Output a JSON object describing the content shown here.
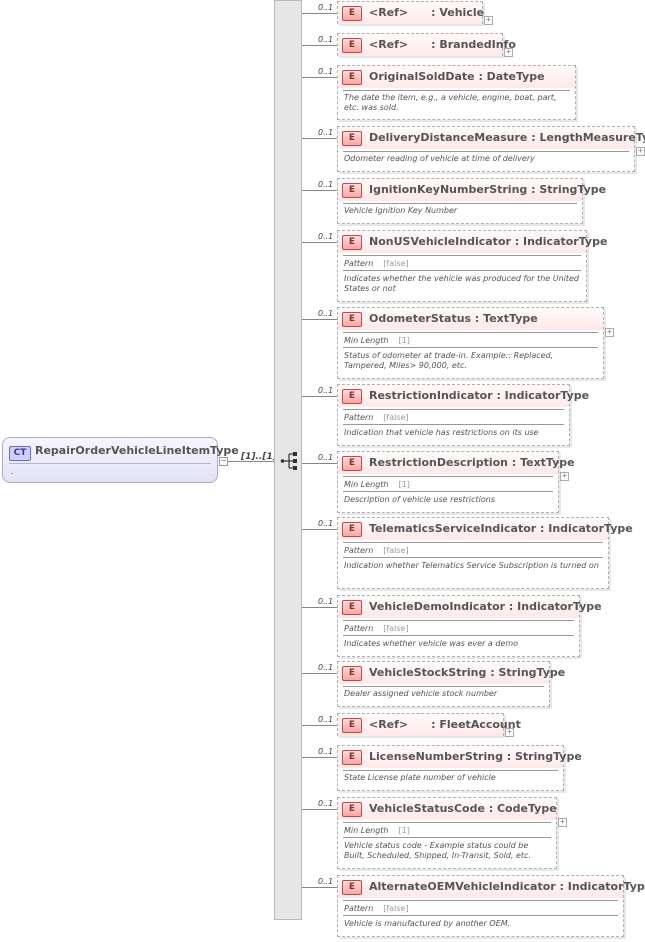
{
  "complex_type": {
    "badge": "CT",
    "name": "RepairOrderVehicleLineItemType",
    "sub": "."
  },
  "sequence": {
    "cardinality": "[1]..[1]"
  },
  "elements": [
    {
      "badge": "E",
      "multiplicity": "0..1",
      "title": "<Ref>      : Vehicle",
      "expandable": true
    },
    {
      "badge": "E",
      "multiplicity": "0..1",
      "title": "<Ref>      : BrandedInfo",
      "expandable": true
    },
    {
      "badge": "E",
      "multiplicity": "0..1",
      "title": "OriginalSoldDate : DateType",
      "doc": "The date the item, e.g., a vehicle, engine, boat, part, etc. was sold.",
      "expandable": false
    },
    {
      "badge": "E",
      "multiplicity": "0..1",
      "title": "DeliveryDistanceMeasure : LengthMeasureType",
      "doc": "Odometer reading of vehicle at time of delivery",
      "expandable": true
    },
    {
      "badge": "E",
      "multiplicity": "0..1",
      "title": "IgnitionKeyNumberString : StringType",
      "doc": "Vehicle Ignition Key Number",
      "expandable": false
    },
    {
      "badge": "E",
      "multiplicity": "0..1",
      "title": "NonUSVehicleIndicator : IndicatorType",
      "facet_label": "Pattern",
      "facet_value": "[false]",
      "doc": "Indicates whether the vehicle was produced for the United States or not",
      "expandable": false
    },
    {
      "badge": "E",
      "multiplicity": "0..1",
      "title": "OdometerStatus : TextType",
      "facet_label": "Min Length",
      "facet_value": "[1]",
      "doc": "Status of odometer at trade-in. Example:: Replaced, Tampered, Miles> 90,000, etc.",
      "expandable": true
    },
    {
      "badge": "E",
      "multiplicity": "0..1",
      "title": "RestrictionIndicator : IndicatorType",
      "facet_label": "Pattern",
      "facet_value": "[false]",
      "doc": "Indication that vehicle has restrictions on its use",
      "expandable": false
    },
    {
      "badge": "E",
      "multiplicity": "0..1",
      "title": "RestrictionDescription : TextType",
      "facet_label": "Min Length",
      "facet_value": "[1]",
      "doc": "Description of vehicle use restrictions",
      "expandable": true
    },
    {
      "badge": "E",
      "multiplicity": "0..1",
      "title": "TelematicsServiceIndicator : IndicatorType",
      "facet_label": "Pattern",
      "facet_value": "[false]",
      "doc": "Indication whether Telematics Service Subscription is turned on",
      "expandable": false
    },
    {
      "badge": "E",
      "multiplicity": "0..1",
      "title": "VehicleDemoIndicator : IndicatorType",
      "facet_label": "Pattern",
      "facet_value": "[false]",
      "doc": "Indicates whether vehicle was ever a demo",
      "expandable": false
    },
    {
      "badge": "E",
      "multiplicity": "0..1",
      "title": "VehicleStockString : StringType",
      "doc": "Dealer assigned vehicle stock number",
      "expandable": false
    },
    {
      "badge": "E",
      "multiplicity": "0..1",
      "title": "<Ref>      : FleetAccount",
      "expandable": true
    },
    {
      "badge": "E",
      "multiplicity": "0..1",
      "title": "LicenseNumberString : StringType",
      "doc": "State License plate number of vehicle",
      "expandable": false
    },
    {
      "badge": "E",
      "multiplicity": "0..1",
      "title": "VehicleStatusCode : CodeType",
      "facet_label": "Min Length",
      "facet_value": "[1]",
      "doc": "Vehicle status code - Example status could be Built, Scheduled, Shipped, In-Transit, Sold, etc.",
      "expandable": true
    },
    {
      "badge": "E",
      "multiplicity": "0..1",
      "title": "AlternateOEMVehicleIndicator : IndicatorType",
      "facet_label": "Pattern",
      "facet_value": "[false]",
      "doc": "Vehicle is manufactured by another OEM.",
      "expandable": false
    }
  ]
}
